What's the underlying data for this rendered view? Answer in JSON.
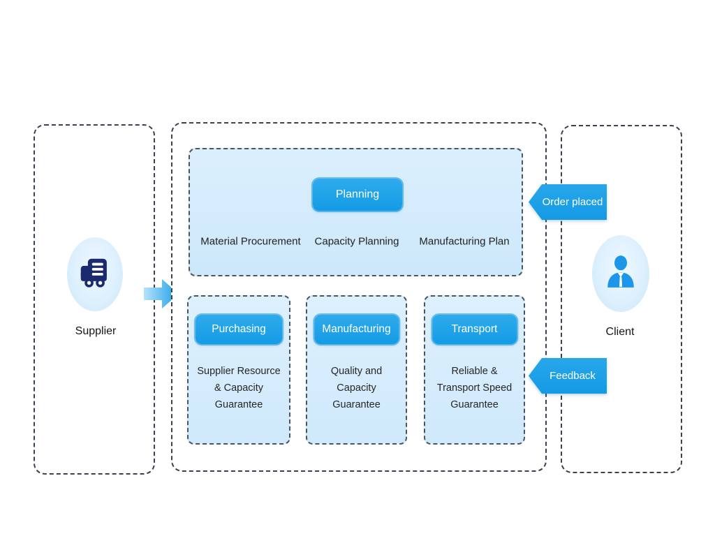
{
  "supplier": {
    "label": "Supplier"
  },
  "client": {
    "label": "Client"
  },
  "process": {
    "planning": {
      "title": "Planning",
      "items": [
        "Material Procurement",
        "Capacity Planning",
        "Manufacturing Plan"
      ]
    },
    "stages": [
      {
        "title": "Purchasing",
        "lines": [
          "Supplier Resource",
          "& Capacity",
          "Guarantee"
        ]
      },
      {
        "title": "Manufacturing",
        "lines": [
          "Quality and",
          "Capacity",
          "Guarantee"
        ]
      },
      {
        "title": "Transport",
        "lines": [
          "Reliable &",
          "Transport Speed",
          "Guarantee"
        ]
      }
    ]
  },
  "banners": {
    "order_placed": "Order placed",
    "feedback": "Feedback"
  },
  "icons": {
    "supplier": "truck-icon",
    "client": "person-icon",
    "flow": "arrow-right-icon"
  },
  "colors": {
    "accent_blue": "#189ee8",
    "panel_fill": "#d6edfc",
    "truck_navy": "#1b2a6e",
    "dash_border": "#39424e",
    "text_dark": "#1f1f1f"
  }
}
